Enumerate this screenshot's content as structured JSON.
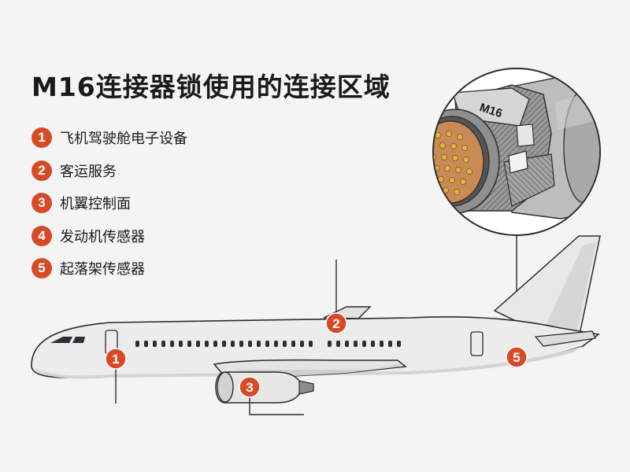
{
  "title": "M16连接器锁使用的连接区域",
  "legend": [
    {
      "num": "1",
      "label": "飞机驾驶舱电子设备"
    },
    {
      "num": "2",
      "label": "客运服务"
    },
    {
      "num": "3",
      "label": "机翼控制面"
    },
    {
      "num": "4",
      "label": "发动机传感器"
    },
    {
      "num": "5",
      "label": "起落架传感器"
    }
  ],
  "connector_label": "M16",
  "markers": [
    "1",
    "2",
    "3",
    "5"
  ],
  "colors": {
    "accent": "#d84a25",
    "fuselage": "#eaeaea",
    "outline": "#2b2b2b",
    "contact_face": "#c98a58",
    "pin": "#e0b341"
  }
}
